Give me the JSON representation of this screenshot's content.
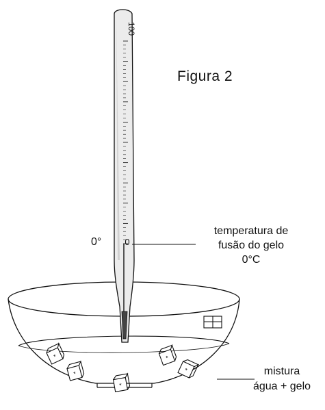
{
  "figure_title": "Figura 2",
  "thermometer": {
    "scale_top": "100",
    "scale_zero_mark": "0",
    "outside_zero_label": "0°",
    "ticks": {
      "from": 0,
      "to": 100,
      "minor_step": 2,
      "major_step": 10
    }
  },
  "annotation_fusion": {
    "line1": "temperatura de",
    "line2": "fusão do gelo",
    "line3": "0°C"
  },
  "annotation_mixture": {
    "line1": "mistura",
    "line2": "água + gelo"
  }
}
